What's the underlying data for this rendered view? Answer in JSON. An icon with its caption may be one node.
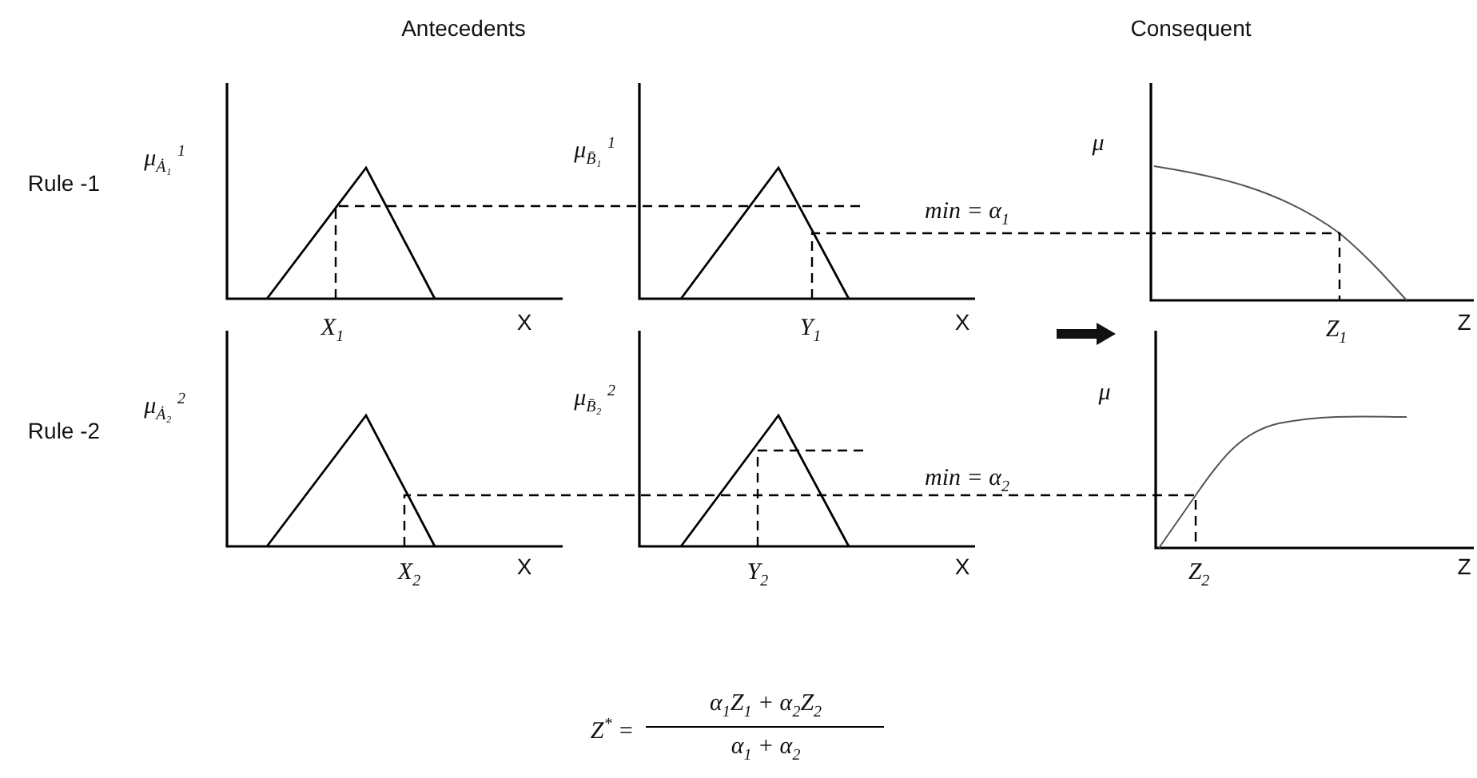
{
  "diagram": {
    "labels": [
      "Antecedents",
      "Consequent",
      "Rule -1",
      "μ$_{Ȧ₁}$ $^{1}$",
      "μ$_{B̄₁}$ $^{1}$",
      "μ",
      "min =  α$_{1}$",
      "X$_{1}$",
      "X",
      "Y$_{1}$",
      "X",
      "Z$_{1}$",
      "Z",
      "Rule -2",
      "μ$_{Ȧ₂}$ $^{2}$",
      "μ$_{B̄₂}$ $^{2}$",
      "μ",
      "min =  α$_{2}$",
      "X$_{2}$",
      "X",
      "Y$_{2}$",
      "X",
      "Z$_{2}$",
      "Z",
      "Z$^{*}$ =",
      "α$_{1}$Z$_{1}$ + α$_{2}$Z$_{2}$",
      "α$_{1}$ + α$_{2}$"
    ]
  }
}
